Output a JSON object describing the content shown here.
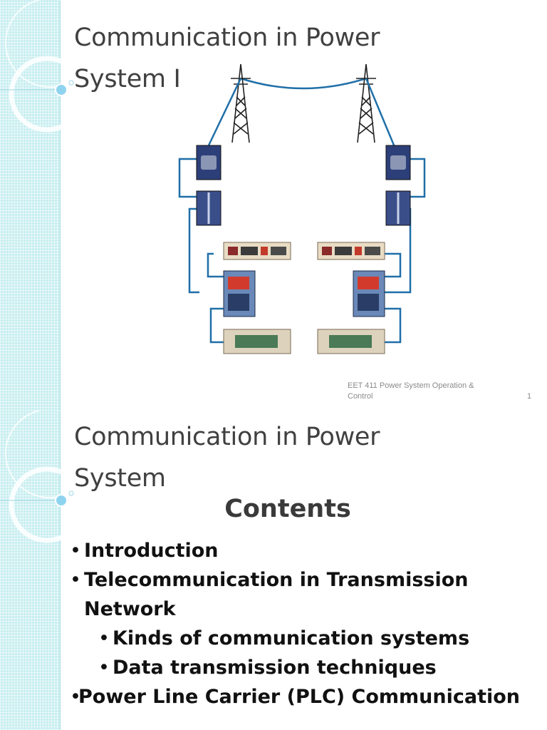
{
  "slide1": {
    "title": "Communication in Power System I",
    "footer": "EET 411  Power System Operation & Control",
    "page_number": "1"
  },
  "slide2": {
    "title": "Communication in Power System",
    "contents_heading": "Contents",
    "bullets": [
      {
        "text": "Introduction",
        "level": 1
      },
      {
        "text": "Telecommunication in Transmission Network",
        "level": 1
      },
      {
        "text": "Kinds of communication systems",
        "level": 2
      },
      {
        "text": "Data transmission techniques",
        "level": 2
      },
      {
        "text": "Power Line Carrier (PLC) Communication",
        "level": 1
      }
    ]
  },
  "colors": {
    "band": "#c7eef0",
    "accent": "#4fb3d6",
    "wire": "#1f6fa8",
    "title": "#404040"
  }
}
